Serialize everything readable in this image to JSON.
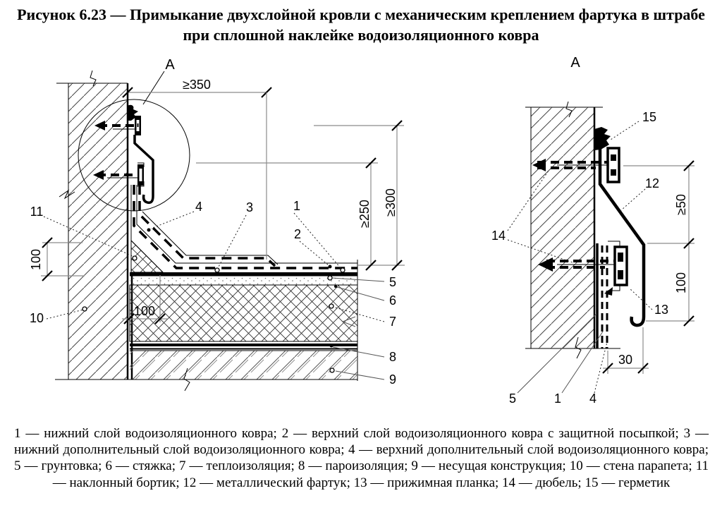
{
  "figure": {
    "number_title": "Рисунок 6.23 — Примыкание двухслойной кровли с механическим креплением фартука в штрабе  при сплошной наклейке водоизоляционного ковра"
  },
  "left_view": {
    "detail_letter": "А",
    "dims": {
      "wall_offset": "≥350",
      "carpet_height": "≥250",
      "apron_height": "≥300",
      "bortik_height": "100",
      "bortik_width": "100"
    },
    "callouts": {
      "main_lower": "1",
      "main_upper": "2",
      "add_lower": "3",
      "add_upper": "4",
      "primer": "5",
      "screed": "6",
      "insulation": "7",
      "vapor_barrier": "8",
      "deck": "9",
      "wall": "10",
      "bortik": "11"
    }
  },
  "right_view": {
    "view_letter": "А",
    "dims": {
      "apron_top": "≥50",
      "clamp_zone": "100",
      "drip_gap": "30"
    },
    "callouts": {
      "sealant": "15",
      "apron": "12",
      "clamp_bar": "13",
      "dowel": "14",
      "primer": "5",
      "main_lower": "1",
      "add_upper": "4"
    }
  },
  "legend": {
    "item_separator": "; ",
    "number_separator": " — ",
    "items": [
      {
        "num": "1",
        "label": "нижний слой водоизоляционного ковра"
      },
      {
        "num": "2",
        "label": "верхний слой водоизоляционного ковра с защитной посыпкой"
      },
      {
        "num": "3",
        "label": "нижний дополнительный слой водоизоляционного ковра"
      },
      {
        "num": "4",
        "label": "верхний дополнительный слой водоизоляционного ковра"
      },
      {
        "num": "5",
        "label": "грунтовка"
      },
      {
        "num": "6",
        "label": "стяжка"
      },
      {
        "num": "7",
        "label": "теплоизоляция"
      },
      {
        "num": "8",
        "label": "пароизоляция"
      },
      {
        "num": "9",
        "label": "несущая конструкция"
      },
      {
        "num": "10",
        "label": "стена парапета"
      },
      {
        "num": "11",
        "label": "наклонный бортик"
      },
      {
        "num": "12",
        "label": "металлический фартук"
      },
      {
        "num": "13",
        "label": "прижимная планка"
      },
      {
        "num": "14",
        "label": "дюбель"
      },
      {
        "num": "15",
        "label": "герметик"
      }
    ]
  },
  "colors": {
    "ink": "#000000",
    "dimension_lines": "#8c8c8c",
    "background": "#ffffff"
  }
}
